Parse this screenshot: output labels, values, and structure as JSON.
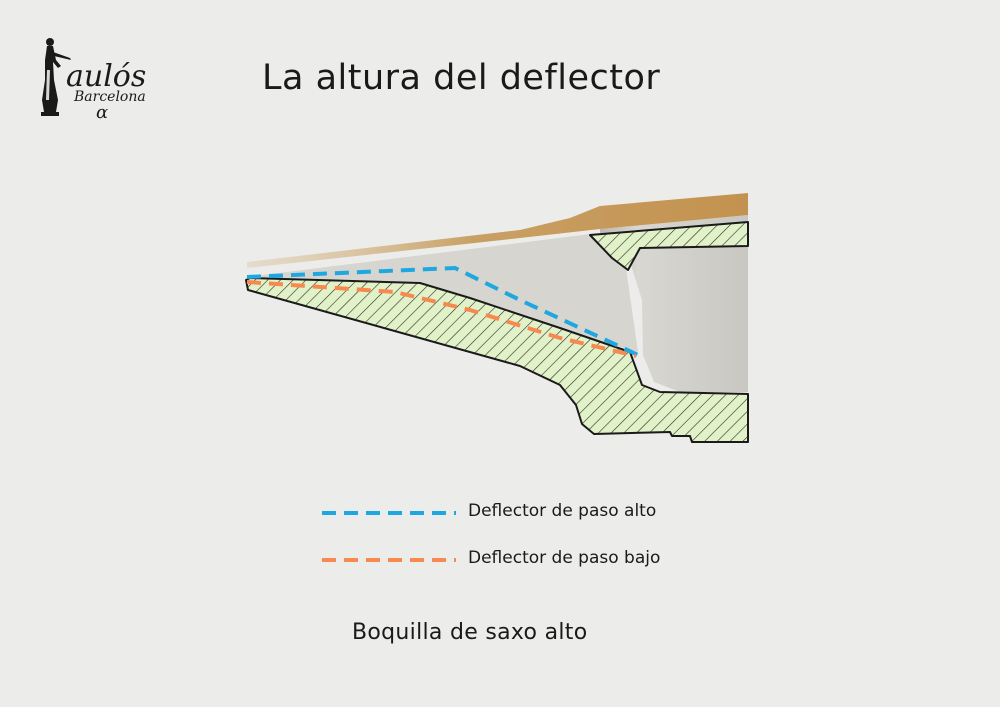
{
  "logo": {
    "brand": "aulós",
    "city": "Barcelona",
    "symbol": "α"
  },
  "title": "La altura del deflector",
  "legend": {
    "high_label": "Deflector de paso alto",
    "high_color": "#1ea7e1",
    "low_label": "Deflector de paso bajo",
    "low_color": "#f7894f"
  },
  "colors": {
    "background": "#ececea",
    "reed": "#c89a5c",
    "section_fill": "#e2f2c8",
    "section_hatch": "#2b2b2b",
    "chamber": "#d6d4cf"
  },
  "caption": "Boquilla de saxo alto"
}
